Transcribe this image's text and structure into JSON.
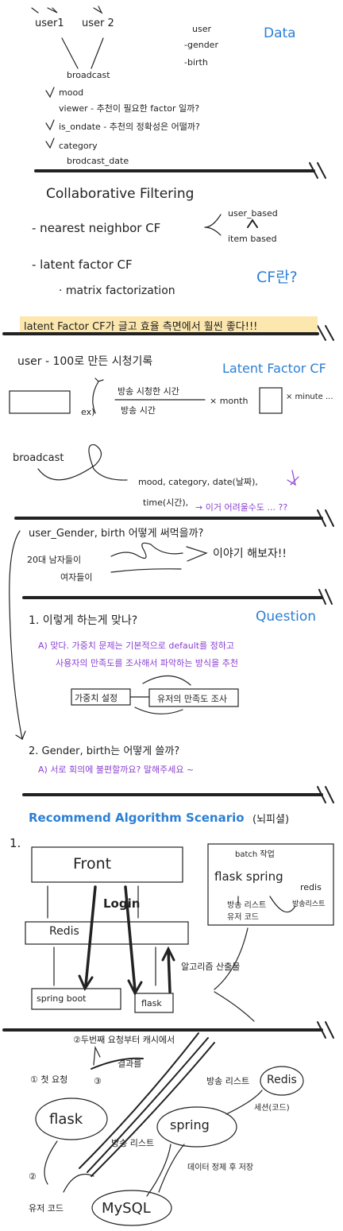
{
  "data_section": {
    "users": [
      "user1",
      "user 2"
    ],
    "broadcast": "broadcast",
    "fields": [
      "mood",
      "viewer - 추천이 필요한 factor 일까?",
      "is_ondate - 추천의 정확성은 어떨까?",
      "category",
      "brodcast_date"
    ],
    "user_fields": [
      "user",
      "-gender",
      "-birth"
    ],
    "title": "Data"
  },
  "cf_section": {
    "heading": "Collaborative Filtering",
    "nearest": "- nearest neighbor CF",
    "user_based": "user_based",
    "item_based": "item based",
    "latent": "- latent factor CF",
    "matrix": "· matrix factorization",
    "title": "CF란?",
    "highlight": "latent Factor CF가 글고 효율 측면에서 훨씬 좋다!!!"
  },
  "latent_section": {
    "user_line": "user - 100로 만든 시청기록",
    "title": "Latent Factor CF",
    "watch_time": "방송 시청한 시간",
    "broadcast_time": "방송 시간",
    "ex": "ex)",
    "month": "× month",
    "minute": "× minute ...",
    "broadcast": "broadcast",
    "mood_line": "mood, category, date(날짜),",
    "time_line": "time(시간),",
    "arrow_note": "→ 이거 어려울수도 ... ??"
  },
  "gender_section": {
    "line": "user_Gender, birth 어떻게 써먹을까?",
    "age": "20대 남자들이",
    "women": "여자들이",
    "note": "이야기 해보자!!"
  },
  "question_section": {
    "q1": "1. 이렇게 하는게 맞나?",
    "title": "Question",
    "a1_line1": "A) 맞다. 가중치 문제는 기본적으로 default를 정하고",
    "a1_line2": "사용자의 만족도를 조사해서 파악하는 방식을 추천",
    "box1": "가중치 설정",
    "box2": "유저의 만족도 조사",
    "q2": "2. Gender, birth는 어떻게 쓸까?",
    "a2": "A) 서로 회의에 불편할까요? 말해주세요 ~"
  },
  "scenario_section": {
    "title": "Recommend Algorithm Scenario",
    "subtitle": "(뇌피셜)",
    "step": "1.",
    "front": "Front",
    "login": "Login",
    "redis": "Redis",
    "springboot": "spring boot",
    "flask": "flask",
    "algo_note": "알고리즘 산출물",
    "batch_title": "batch 작업",
    "batch_flask": "flask spring",
    "batch_redis": "redis",
    "batch_list": "방송 리스트",
    "batch_user": "유저 코드",
    "batch_note": "방송리스트"
  },
  "bottom_section": {
    "heading": "②두번째 요청부터 캐시에서",
    "first_request": "① 첫 요청",
    "result": "결과를",
    "step3": "③",
    "redis": "Redis",
    "broadcast_list": "방송 리스트",
    "session": "세션(코드)",
    "flask": "flask",
    "spring": "spring",
    "list2": "방송 리스트",
    "data_store": "데이터 정제 후 저장",
    "step2": "②",
    "user_code": "유저 코드",
    "mysql": "MySQL"
  }
}
